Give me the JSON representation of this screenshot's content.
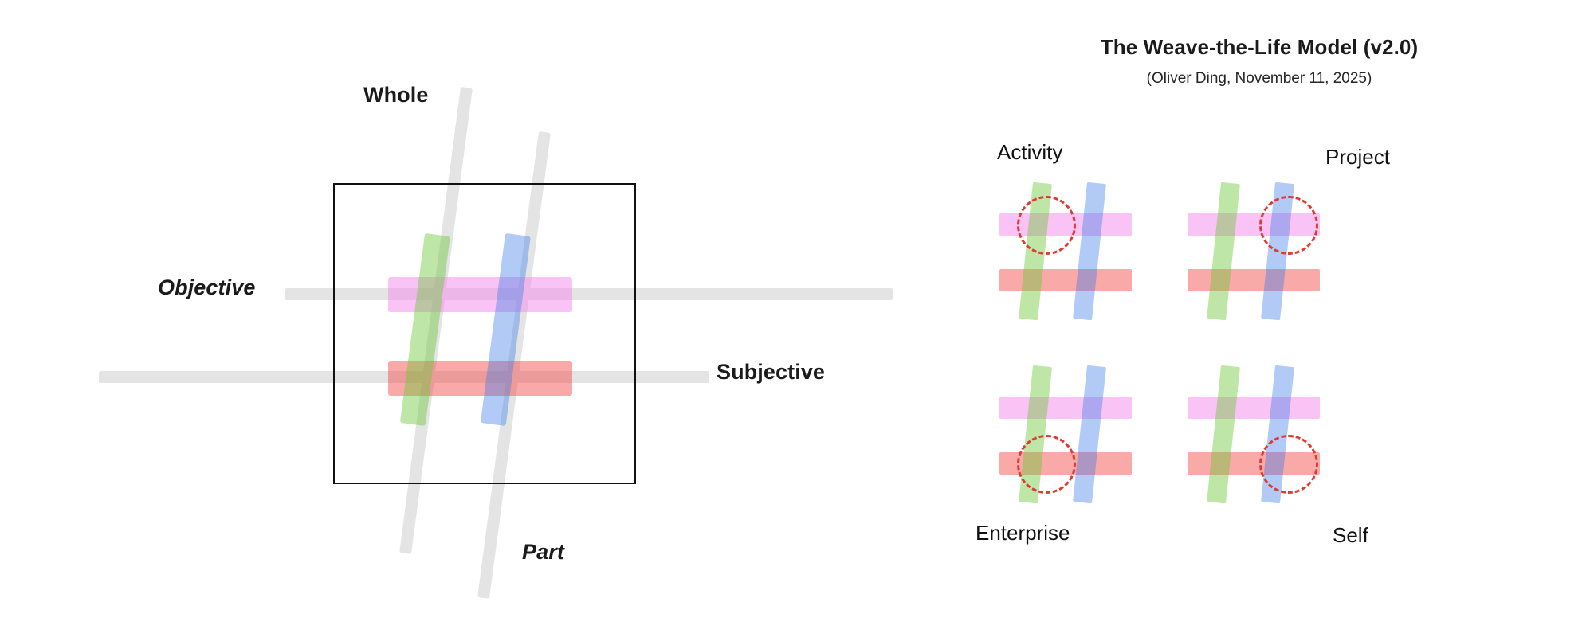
{
  "header": {
    "title": "The Weave-the-Life Model (v2.0)",
    "subtitle": "(Oliver Ding, November 11, 2025)"
  },
  "main_diagram": {
    "axes": {
      "whole": "Whole",
      "part": "Part",
      "objective": "Objective",
      "subjective": "Subjective"
    },
    "ribbons": {
      "vertical": [
        {
          "name": "green-thread",
          "color": "#6cc837"
        },
        {
          "name": "blue-thread",
          "color": "#3c7de8"
        }
      ],
      "horizontal": [
        {
          "name": "pink-thread",
          "color": "#f38cec"
        },
        {
          "name": "red-thread",
          "color": "#f34c49"
        }
      ]
    },
    "frame_color": "#111111",
    "guide_color": "#e4e4e4"
  },
  "quadrants": [
    {
      "id": "activity",
      "label": "Activity",
      "highlight": "green-vertical x pink-horizontal",
      "highlight_class": "gp"
    },
    {
      "id": "project",
      "label": "Project",
      "highlight": "blue-vertical x pink-horizontal",
      "highlight_class": "bp"
    },
    {
      "id": "enterprise",
      "label": "Enterprise",
      "highlight": "green-vertical x red-horizontal",
      "highlight_class": "gr"
    },
    {
      "id": "self",
      "label": "Self",
      "highlight": "blue-vertical x red-horizontal",
      "highlight_class": "br"
    }
  ],
  "colors": {
    "pink": "#f38cec",
    "red": "#f34c49",
    "green": "#6cc837",
    "blue": "#3c7de8",
    "highlight_circle": "#e03b33",
    "guide_grey": "#e4e4e4",
    "frame_black": "#111111",
    "background": "#ffffff"
  }
}
